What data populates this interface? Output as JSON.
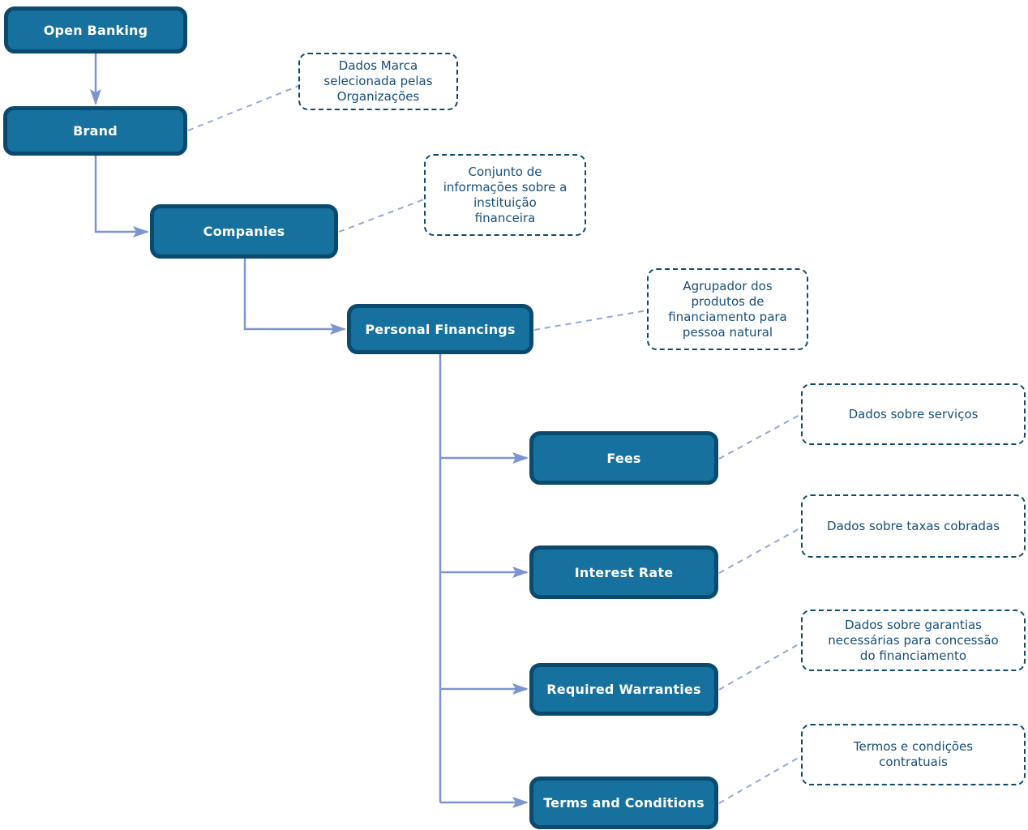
{
  "colors": {
    "node_fill": "#16719E",
    "node_border": "#0B4A6F",
    "node_text": "#FFFFFF",
    "note_border": "#0D4A70",
    "note_text": "#174E78",
    "connector_solid": "#7D95CF",
    "connector_dashed": "#95A6D8",
    "background": "#FFFFFF"
  },
  "nodes": [
    {
      "id": "open-banking",
      "label": "Open Banking"
    },
    {
      "id": "brand",
      "label": "Brand"
    },
    {
      "id": "companies",
      "label": "Companies"
    },
    {
      "id": "personal-financings",
      "label": "Personal Financings"
    },
    {
      "id": "fees",
      "label": "Fees"
    },
    {
      "id": "interest-rate",
      "label": "Interest Rate"
    },
    {
      "id": "required-warranties",
      "label": "Required Warranties"
    },
    {
      "id": "terms-and-conditions",
      "label": "Terms and Conditions"
    }
  ],
  "annotations": [
    {
      "for": "brand",
      "text": "Dados Marca\nselecionada pelas\nOrganizações"
    },
    {
      "for": "companies",
      "text": "Conjunto de\ninformações sobre a\ninstituição\nfinanceira"
    },
    {
      "for": "personal-financings",
      "text": "Agrupador dos\nprodutos de\nfinanciamento para\npessoa natural"
    },
    {
      "for": "fees",
      "text": "Dados sobre serviços"
    },
    {
      "for": "interest-rate",
      "text": "Dados sobre taxas cobradas"
    },
    {
      "for": "required-warranties",
      "text": "Dados sobre garantias\nnecessárias para concessão\ndo financiamento"
    },
    {
      "for": "terms-and-conditions",
      "text": "Termos e condições\ncontratuais"
    }
  ],
  "edges": [
    {
      "from": "open-banking",
      "to": "brand",
      "style": "solid-arrow"
    },
    {
      "from": "brand",
      "to": "companies",
      "style": "solid-arrow"
    },
    {
      "from": "companies",
      "to": "personal-financings",
      "style": "solid-arrow"
    },
    {
      "from": "personal-financings",
      "to": "fees",
      "style": "solid-arrow"
    },
    {
      "from": "personal-financings",
      "to": "interest-rate",
      "style": "solid-arrow"
    },
    {
      "from": "personal-financings",
      "to": "required-warranties",
      "style": "solid-arrow"
    },
    {
      "from": "personal-financings",
      "to": "terms-and-conditions",
      "style": "solid-arrow"
    },
    {
      "from": "brand",
      "to": "note-brand",
      "style": "dashed"
    },
    {
      "from": "companies",
      "to": "note-companies",
      "style": "dashed"
    },
    {
      "from": "personal-financings",
      "to": "note-personal-financings",
      "style": "dashed"
    },
    {
      "from": "fees",
      "to": "note-fees",
      "style": "dashed"
    },
    {
      "from": "interest-rate",
      "to": "note-interest-rate",
      "style": "dashed"
    },
    {
      "from": "required-warranties",
      "to": "note-required-warranties",
      "style": "dashed"
    },
    {
      "from": "terms-and-conditions",
      "to": "note-terms-and-conditions",
      "style": "dashed"
    }
  ]
}
